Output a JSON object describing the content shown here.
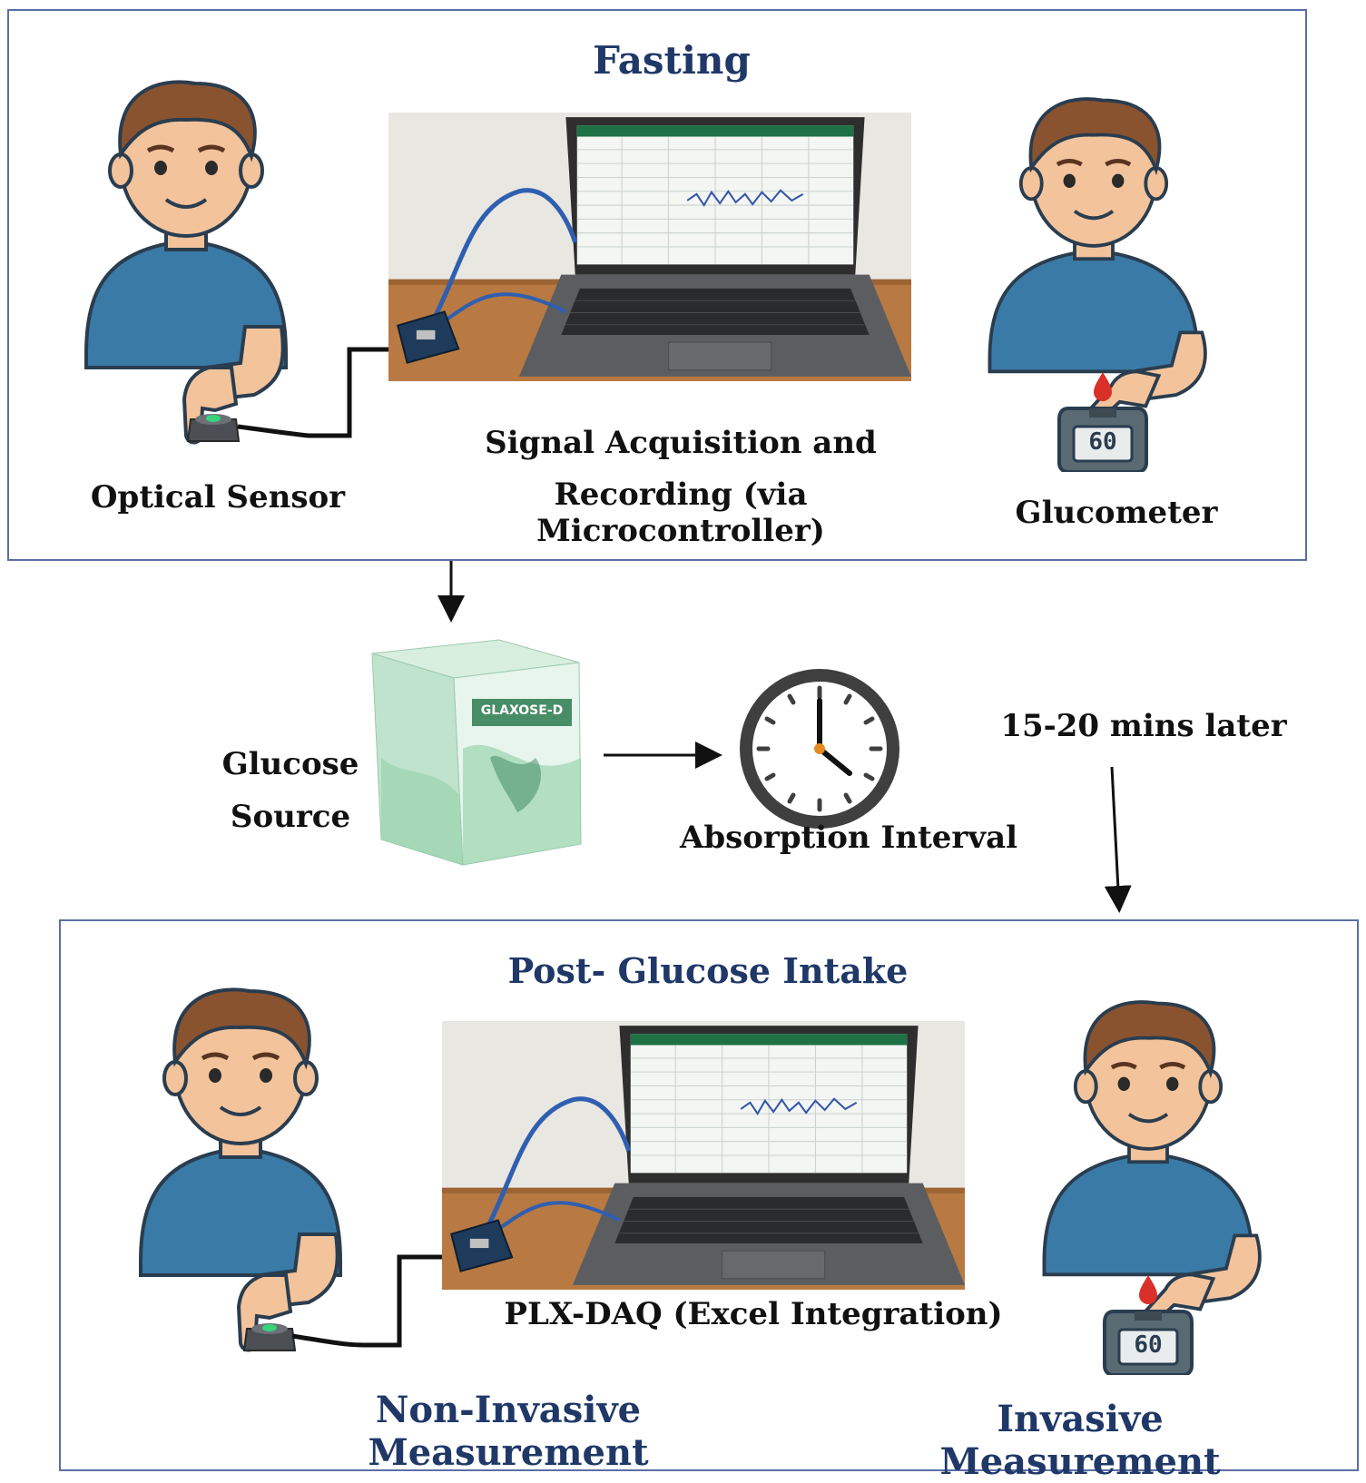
{
  "top_panel": {
    "title": "Fasting",
    "optical_sensor_label": "Optical Sensor",
    "acquisition_label_line1": "Signal Acquisition and",
    "acquisition_label_line2": "Recording (via Microcontroller)",
    "glucometer_label": "Glucometer",
    "glucometer_reading": "60"
  },
  "middle": {
    "glucose_source_line1": "Glucose",
    "glucose_source_line2": "Source",
    "box_brand": "GLAXOSE-D",
    "absorption_label": "Absorption Interval",
    "delay_label": "15-20 mins later"
  },
  "bottom_panel": {
    "title": "Post- Glucose Intake",
    "plx_label": "PLX-DAQ (Excel Integration)",
    "non_invasive_label": "Non-Invasive Measurement",
    "invasive_label": "Invasive Measurement",
    "glucometer_reading": "60"
  },
  "colors": {
    "panel_border": "#5a6fa6",
    "title_blue": "#1f3868",
    "shirt": "#3a7aa6",
    "skin": "#f3c39b",
    "hair": "#8a5330"
  }
}
